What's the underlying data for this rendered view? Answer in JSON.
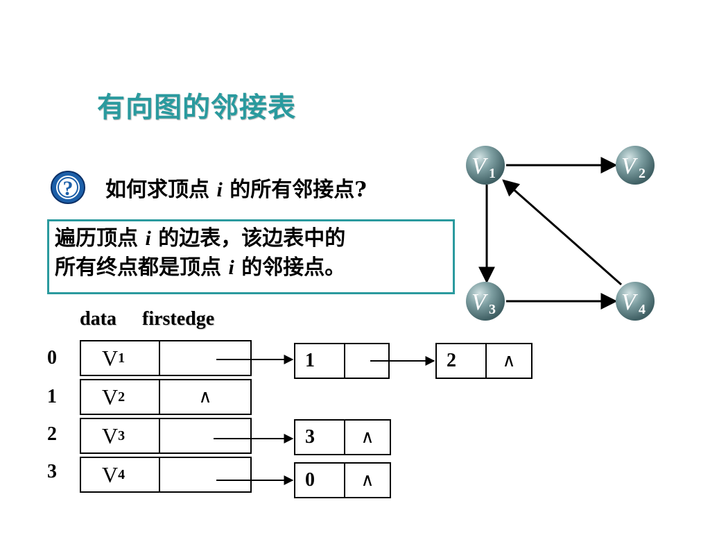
{
  "title": "有向图的邻接表",
  "question": {
    "prefix": "如何求顶点 ",
    "var": "i",
    "suffix": " 的所有邻接点?"
  },
  "answer": {
    "line1_a": "遍历顶点 ",
    "line1_var": "i",
    "line1_b": " 的边表，该边表中的",
    "line2_a": "所有终点都是顶点 ",
    "line2_var": "i",
    "line2_b": " 的邻接点。"
  },
  "headers": {
    "data": "data",
    "firstedge": "firstedge"
  },
  "vertices": [
    {
      "index": "0",
      "name": "V",
      "sub": "1"
    },
    {
      "index": "1",
      "name": "V",
      "sub": "2"
    },
    {
      "index": "2",
      "name": "V",
      "sub": "3"
    },
    {
      "index": "3",
      "name": "V",
      "sub": "4"
    }
  ],
  "null_symbol": "∧",
  "edge_nodes": {
    "v1_a": {
      "adjvex": "1"
    },
    "v1_b": {
      "adjvex": "2"
    },
    "v3_a": {
      "adjvex": "3"
    },
    "v4_a": {
      "adjvex": "0"
    }
  },
  "graph": {
    "nodes": [
      {
        "label": "V",
        "sub": "1"
      },
      {
        "label": "V",
        "sub": "2"
      },
      {
        "label": "V",
        "sub": "3"
      },
      {
        "label": "V",
        "sub": "4"
      }
    ],
    "edges": [
      {
        "from": "V1",
        "to": "V2"
      },
      {
        "from": "V1",
        "to": "V3"
      },
      {
        "from": "V3",
        "to": "V4"
      },
      {
        "from": "V4",
        "to": "V1"
      }
    ],
    "colors": {
      "node_fill": "#6b8f93",
      "node_highlight": "#c9dcdd"
    }
  },
  "colors": {
    "accent": "#2a9a9e"
  }
}
